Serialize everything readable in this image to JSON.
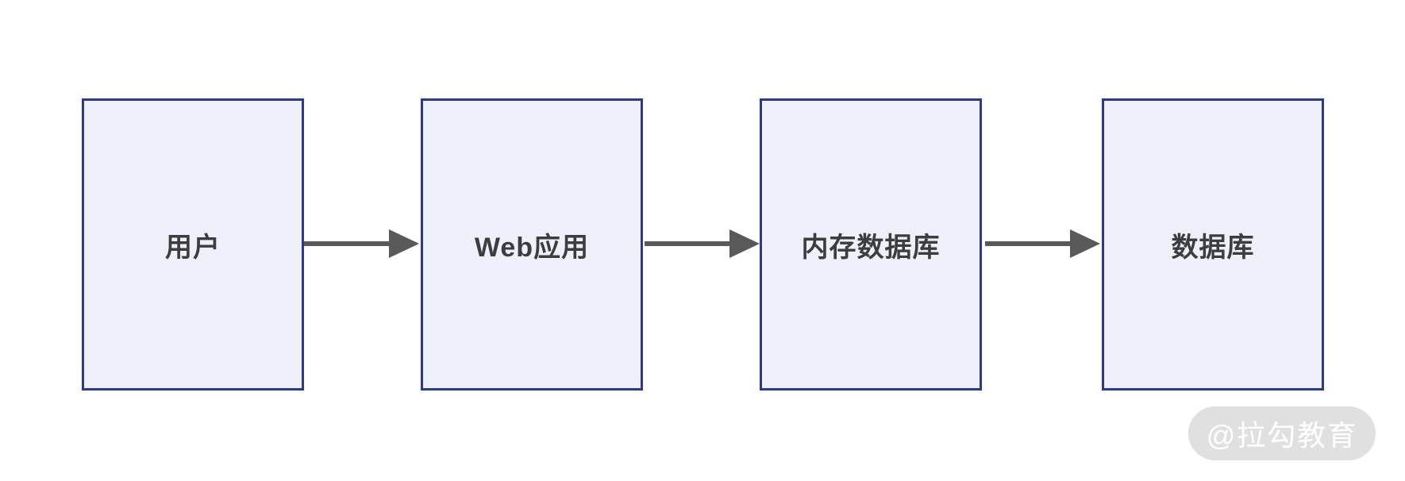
{
  "diagram": {
    "type": "flow",
    "direction": "left-to-right",
    "nodes": [
      {
        "id": "user",
        "label": "用户"
      },
      {
        "id": "web-app",
        "label": "Web应用"
      },
      {
        "id": "memory-db",
        "label": "内存数据库"
      },
      {
        "id": "database",
        "label": "数据库"
      }
    ],
    "edges": [
      {
        "from": "user",
        "to": "web-app",
        "style": "solid-arrow"
      },
      {
        "from": "web-app",
        "to": "memory-db",
        "style": "solid-arrow"
      },
      {
        "from": "memory-db",
        "to": "database",
        "style": "solid-arrow"
      }
    ],
    "colors": {
      "background": "#ffffff",
      "node_fill": "#eef1fb",
      "node_border": "#2b3a8f",
      "arrow": "#595959",
      "text": "#3d3d3d",
      "watermark_bg": "#e0e0e0",
      "watermark_text_color": "#ffffff"
    }
  },
  "watermark": {
    "text": "@拉勾教育"
  }
}
